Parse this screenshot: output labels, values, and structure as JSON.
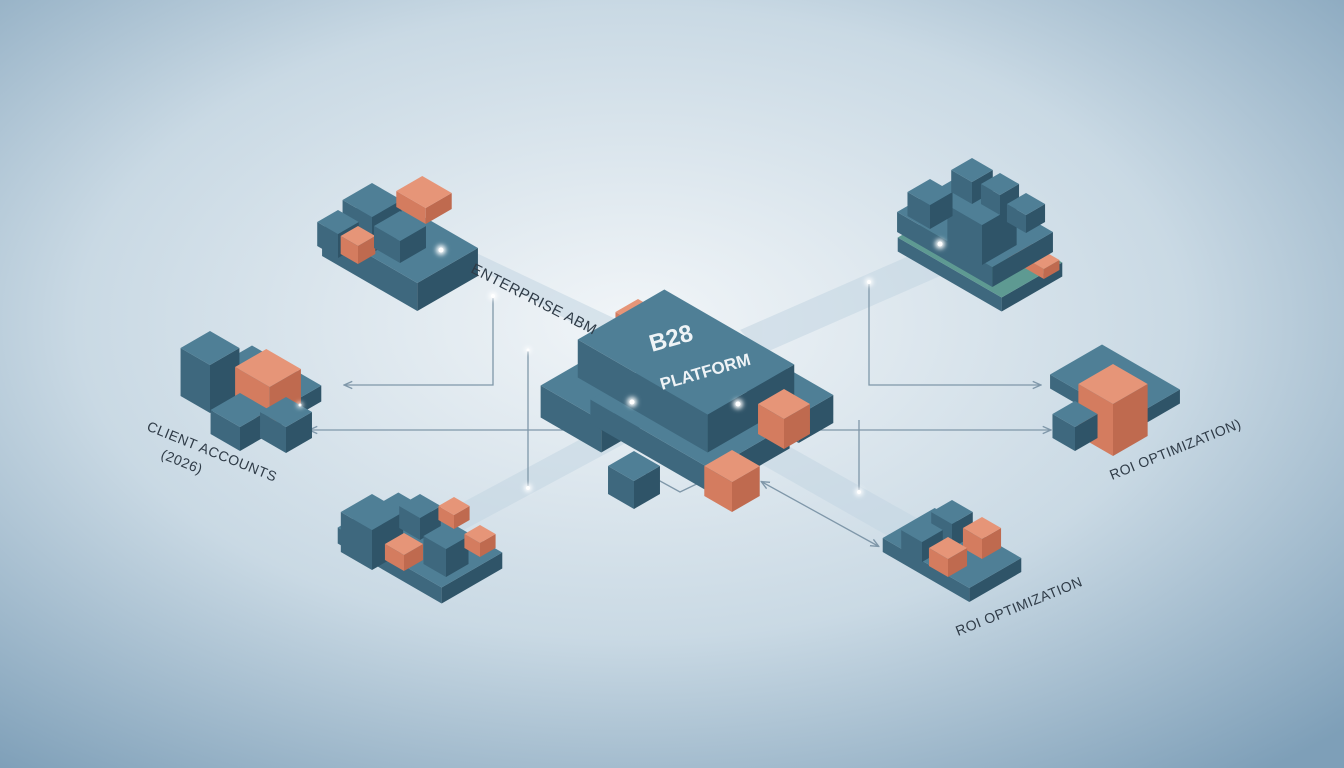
{
  "hub": {
    "title": "B28",
    "subtitle": "PLATFORM"
  },
  "labels": {
    "enterprise_abm": "ENTERPRISE ABM",
    "client_accounts_line1": "CLIENT ACCOUNTS",
    "client_accounts_line2": "(2026)",
    "roi_right": "ROI OPTIMIZATION)",
    "roi_bottom": "ROI OPTIMIZATION"
  },
  "colors": {
    "block_top": "#4f7f96",
    "block_left": "#3e687e",
    "block_right": "#2f5468",
    "accent_top": "#e69578",
    "accent_left": "#d47c5f",
    "accent_right": "#bf6a4f",
    "teal_top": "#5e9a92",
    "connector": "#7f97a9",
    "beam": "#c9d8e3",
    "background_center": "#eef3f6",
    "background_edge": "#7e9fb8"
  }
}
